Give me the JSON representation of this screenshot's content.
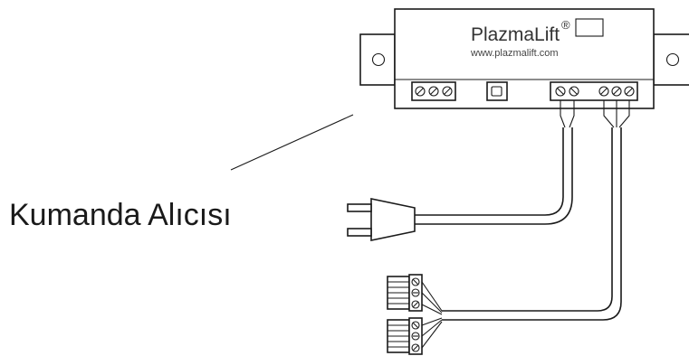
{
  "device": {
    "brand": "PlazmaLift",
    "trademark": "®",
    "website": "www.plazmalift.com"
  },
  "caption": "Kumanda Alıcısı",
  "colors": {
    "line": "#1a1a1a",
    "text": "#333333",
    "background": "#ffffff"
  }
}
